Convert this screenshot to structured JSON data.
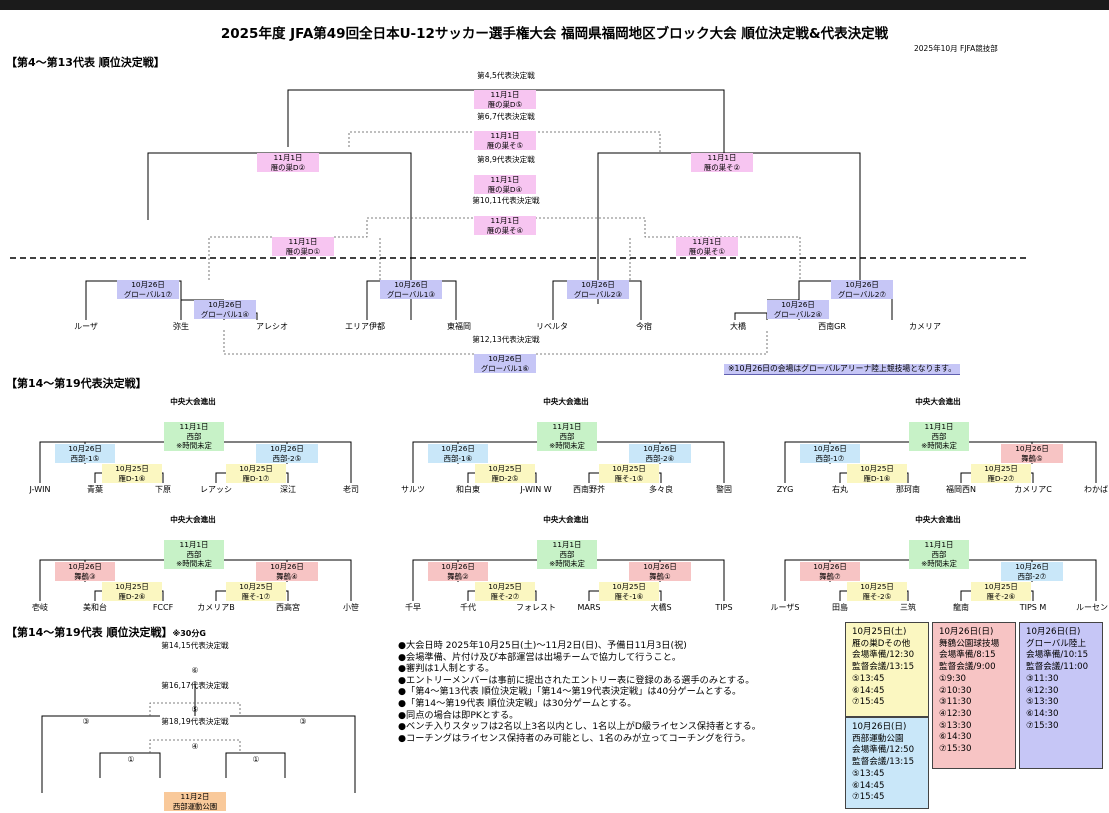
{
  "header": {
    "title": "2025年度 JFA第49回全日本U-12サッカー選手権大会 福岡県福岡地区ブロック大会 順位決定戦&代表決定戦",
    "date_org": "2025年10月 FJFA競技部"
  },
  "sec1": {
    "title": "【第4～第13代表 順位決定戦】",
    "labels": {
      "l45": "第4,5代表決定戦",
      "l67": "第6,7代表決定戦",
      "l89": "第8,9代表決定戦",
      "l1011": "第10,11代表決定戦",
      "l1213": "第12,13代表決定戦"
    },
    "boxes": {
      "b45": [
        "11月1日",
        "雁の巣D⑤"
      ],
      "b67": [
        "11月1日",
        "雁の巣そ⑤"
      ],
      "b89": [
        "11月1日",
        "雁の巣D④"
      ],
      "b1011": [
        "11月1日",
        "雁の巣そ④"
      ],
      "b_ld2": [
        "11月1日",
        "雁の巣D②"
      ],
      "b_rs2": [
        "11月1日",
        "雁の巣そ②"
      ],
      "b_ld1": [
        "11月1日",
        "雁の巣D①"
      ],
      "b_rs1": [
        "11月1日",
        "雁の巣そ①"
      ],
      "g7": [
        "10月26日",
        "グローバル1⑦"
      ],
      "g4": [
        "10月26日",
        "グローバル1④"
      ],
      "g3": [
        "10月26日",
        "グローバル1③"
      ],
      "g23": [
        "10月26日",
        "グローバル2③"
      ],
      "g24": [
        "10月26日",
        "グローバル2④"
      ],
      "g27": [
        "10月26日",
        "グローバル2⑦"
      ],
      "g6": [
        "10月26日",
        "グローバル1⑥"
      ]
    },
    "teams": [
      "ルーザ",
      "弥生",
      "アレシオ",
      "エリア伊都",
      "東福岡",
      "リベルタ",
      "今宿",
      "大橋",
      "西南GR",
      "カメリア"
    ],
    "note": "※10月26日の会場はグローバルアリーナ陸上競技場となります。"
  },
  "sec2": {
    "title": "【第14～第19代表決定戦】",
    "advance_label": "中央大会進出",
    "groups": [
      {
        "top": [
          "11月1日",
          "西部",
          "※時間未定"
        ],
        "lq": [
          "10月26日",
          "西部-1⑤"
        ],
        "rq": [
          "10月26日",
          "西部-2⑤"
        ],
        "lm": [
          "10月25日",
          "雁D-1⑥"
        ],
        "rm": [
          "10月25日",
          "雁D-1⑦"
        ],
        "teams": [
          "J-WIN",
          "青葉",
          "下原",
          "レアッシ",
          "深江",
          "老司"
        ],
        "lc": "blue",
        "rc": "blue"
      },
      {
        "top": [
          "11月1日",
          "西部",
          "※時間未定"
        ],
        "lq": [
          "10月26日",
          "西部-1⑥"
        ],
        "rq": [
          "10月26日",
          "西部-2⑥"
        ],
        "lm": [
          "10月25日",
          "雁D-2⑤"
        ],
        "rm": [
          "10月25日",
          "雁そ-1⑤"
        ],
        "teams": [
          "サルツ",
          "和白東",
          "J-WIN W",
          "西南野芥",
          "多々良",
          "警固"
        ],
        "lc": "blue",
        "rc": "blue"
      },
      {
        "top": [
          "11月1日",
          "西部",
          "※時間未定"
        ],
        "lq": [
          "10月26日",
          "西部-1⑦"
        ],
        "rq": [
          "10月26日",
          "舞鶴⑤"
        ],
        "lm": [
          "10月25日",
          "雁D-1⑥"
        ],
        "rm": [
          "10月25日",
          "雁D-2⑦"
        ],
        "teams": [
          "ZYG",
          "右丸",
          "那珂南",
          "福岡西N",
          "カメリアC",
          "わかば"
        ],
        "lc": "blue",
        "rc": "red"
      },
      {
        "top": [
          "11月1日",
          "西部",
          "※時間未定"
        ],
        "lq": [
          "10月26日",
          "舞鶴③"
        ],
        "rq": [
          "10月26日",
          "舞鶴④"
        ],
        "lm": [
          "10月25日",
          "雁D-2⑥"
        ],
        "rm": [
          "10月25日",
          "雁そ-1⑦"
        ],
        "teams": [
          "壱岐",
          "美和台",
          "FCCF",
          "カメリアB",
          "西高宮",
          "小笹"
        ],
        "lc": "red",
        "rc": "red"
      },
      {
        "top": [
          "11月1日",
          "西部",
          "※時間未定"
        ],
        "lq": [
          "10月26日",
          "舞鶴②"
        ],
        "rq": [
          "10月26日",
          "舞鶴①"
        ],
        "lm": [
          "10月25日",
          "雁そ-2⑦"
        ],
        "rm": [
          "10月25日",
          "雁そ-1⑥"
        ],
        "teams": [
          "千早",
          "千代",
          "フォレスト",
          "MARS",
          "大橋S",
          "TIPS"
        ],
        "lc": "red",
        "rc": "red"
      },
      {
        "top": [
          "11月1日",
          "西部",
          "※時間未定"
        ],
        "lq": [
          "10月26日",
          "舞鶴⑦"
        ],
        "rq": [
          "10月26日",
          "西部-2⑦"
        ],
        "lm": [
          "10月25日",
          "雁そ-2⑤"
        ],
        "rm": [
          "10月25日",
          "雁そ-2⑥"
        ],
        "teams": [
          "ルーザS",
          "田島",
          "三筑",
          "龍南",
          "TIPS M",
          "ルーセント"
        ],
        "lc": "red",
        "rc": "blue"
      }
    ]
  },
  "sec3": {
    "title": "【第14～第19代表 順位決定戦】",
    "title_suffix": "※30分G",
    "labels": [
      "第14,15代表決定戦",
      "第16,17代表決定戦",
      "第18,19代表決定戦"
    ],
    "circles": {
      "c6": "⑥",
      "c5": "⑤",
      "c4": "④",
      "c3l": "③",
      "c3r": "③",
      "c1l": "①",
      "c1r": "①"
    },
    "venue": [
      "11月2日",
      "西部運動公園"
    ]
  },
  "bullets": [
    "●大会日時 2025年10月25日(土)～11月2日(日)、予備日11月3日(祝)",
    "●会場準備、片付け及び本部運営は出場チームで協力して行うこと。",
    "●審判は1人制とする。",
    "●エントリーメンバーは事前に提出されたエントリー表に登録のある選手のみとする。",
    "●「第4～第13代表 順位決定戦」「第14～第19代表決定戦」は40分ゲームとする。",
    "●「第14～第19代表 順位決定戦」は30分ゲームとする。",
    "●同点の場合は即PKとする。",
    "●ベンチ入りスタッフは2名以上3名以内とし、1名以上がD級ライセンス保持者とする。",
    "●コーチングはライセンス保持者のみ可能とし、1名のみが立ってコーチングを行う。"
  ],
  "schedules": {
    "s1": [
      "10月25日(土)",
      "雁の巣Dその他",
      "会場準備/12:30",
      "監督会議/13:15",
      "⑤13:45",
      "⑥14:45",
      "⑦15:45"
    ],
    "s2": [
      "10月26日(日)",
      "西部運動公園",
      "会場準備/12:50",
      "監督会議/13:15",
      "⑤13:45",
      "⑥14:45",
      "⑦15:45"
    ],
    "s3": [
      "10月26日(日)",
      "舞鶴公園球技場",
      "会場準備/8:15",
      "監督会議/9:00",
      "①9:30",
      "②10:30",
      "③11:30",
      "④12:30",
      "⑤13:30",
      "⑥14:30",
      "⑦15:30"
    ],
    "s4": [
      "10月26日(日)",
      "グローバル陸上",
      "会場準備/10:15",
      "監督会議/11:00",
      "③11:30",
      "④12:30",
      "⑤13:30",
      "⑥14:30",
      "⑦15:30"
    ]
  },
  "colors": {
    "pink": "#f7c5f1",
    "purple": "#c6c6f6",
    "green": "#c7f2c7",
    "blue": "#c9e7f9",
    "yellow": "#fbf7c1",
    "red": "#f7c4c4",
    "orange": "#f9c99a"
  }
}
